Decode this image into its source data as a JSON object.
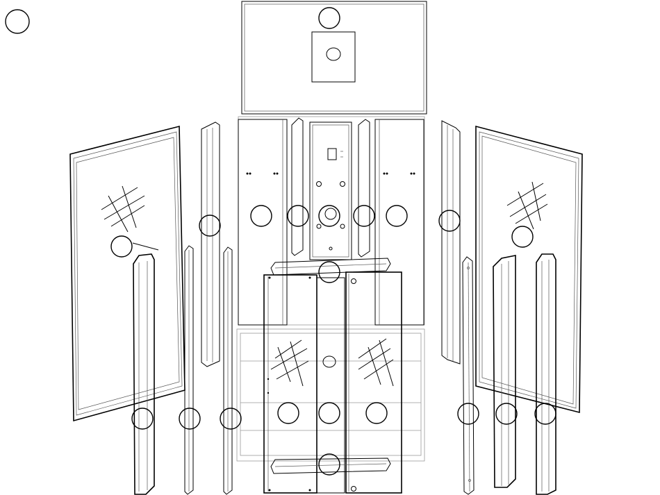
{
  "diagram": {
    "type": "exploded-assembly",
    "line_color": "#000000",
    "background": "#ffffff",
    "callouts": [
      {
        "id": "legend"
      },
      {
        "id": "roof"
      },
      {
        "id": "left-upper-trim"
      },
      {
        "id": "center-back-left"
      },
      {
        "id": "left-door-top-profile"
      },
      {
        "id": "center-column"
      },
      {
        "id": "right-door-top-profile"
      },
      {
        "id": "center-back-right"
      },
      {
        "id": "right-upper-trim"
      },
      {
        "id": "left-door"
      },
      {
        "id": "right-door"
      },
      {
        "id": "top-rail"
      },
      {
        "id": "left-post"
      },
      {
        "id": "left-strip-a"
      },
      {
        "id": "left-strip-b"
      },
      {
        "id": "front-panel-left"
      },
      {
        "id": "front-center"
      },
      {
        "id": "front-panel-right"
      },
      {
        "id": "right-strip"
      },
      {
        "id": "right-channel"
      },
      {
        "id": "right-post"
      },
      {
        "id": "bottom-rail"
      }
    ]
  }
}
